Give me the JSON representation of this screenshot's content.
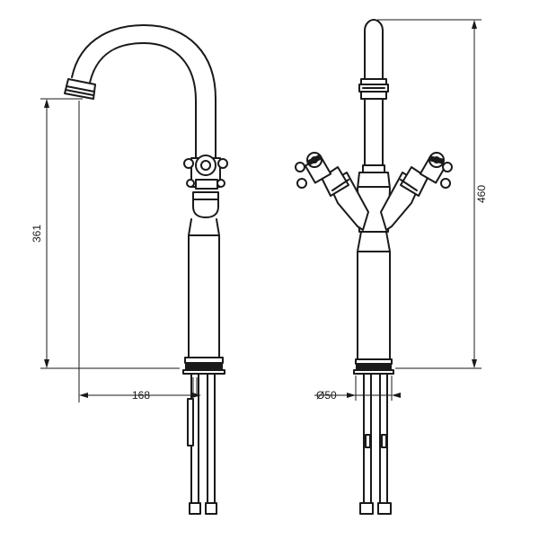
{
  "dimensions": {
    "height_spout": "361",
    "reach": "168",
    "height_total": "460",
    "base_diameter": "Ø50"
  }
}
